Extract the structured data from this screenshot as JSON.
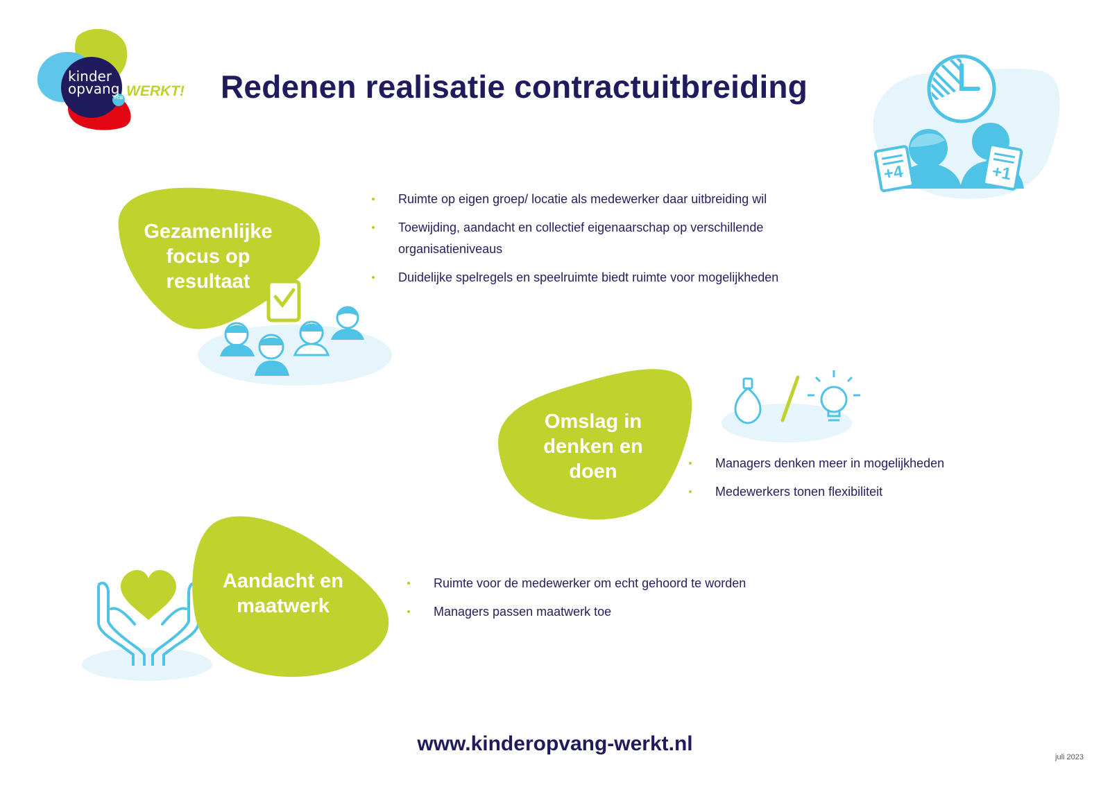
{
  "logo": {
    "line1": "kinder",
    "line2": "opvang",
    "badge": "FCB",
    "tag": "WERKT!"
  },
  "title": "Redenen realisatie contractuitbreiding",
  "colors": {
    "navy": "#1f1b5c",
    "green": "#bfd22e",
    "blue": "#4ec3e6",
    "lightblue": "#e6f5fb",
    "red": "#e30613"
  },
  "sections": [
    {
      "label": "Gezamenlijke\nfocus op\nresultaat",
      "bullets": [
        "Ruimte op eigen groep/ locatie als medewerker daar uitbreiding wil",
        "Toewijding, aandacht en collectief eigenaarschap op verschillende organisatieniveaus",
        "Duidelijke spelregels en speelruimte biedt ruimte voor mogelijkheden"
      ],
      "icon": "team-checkmark-icon"
    },
    {
      "label": "Omslag in\ndenken en\ndoen",
      "bullets": [
        "Managers denken meer in mogelijkheden",
        "Medewerkers tonen flexibiliteit"
      ],
      "icon": "lightbulb-icon"
    },
    {
      "label": "Aandacht en\nmaatwerk",
      "bullets": [
        "Ruimte voor de medewerker om echt gehoord te worden",
        "Managers passen maatwerk toe"
      ],
      "icon": "hands-heart-icon"
    }
  ],
  "header_illustration": {
    "icon": "clock-people-hours-icon",
    "badge_left": "+4",
    "badge_right": "+1"
  },
  "footer": {
    "url": "www.kinderopvang-werkt.nl",
    "date": "juli 2023"
  }
}
